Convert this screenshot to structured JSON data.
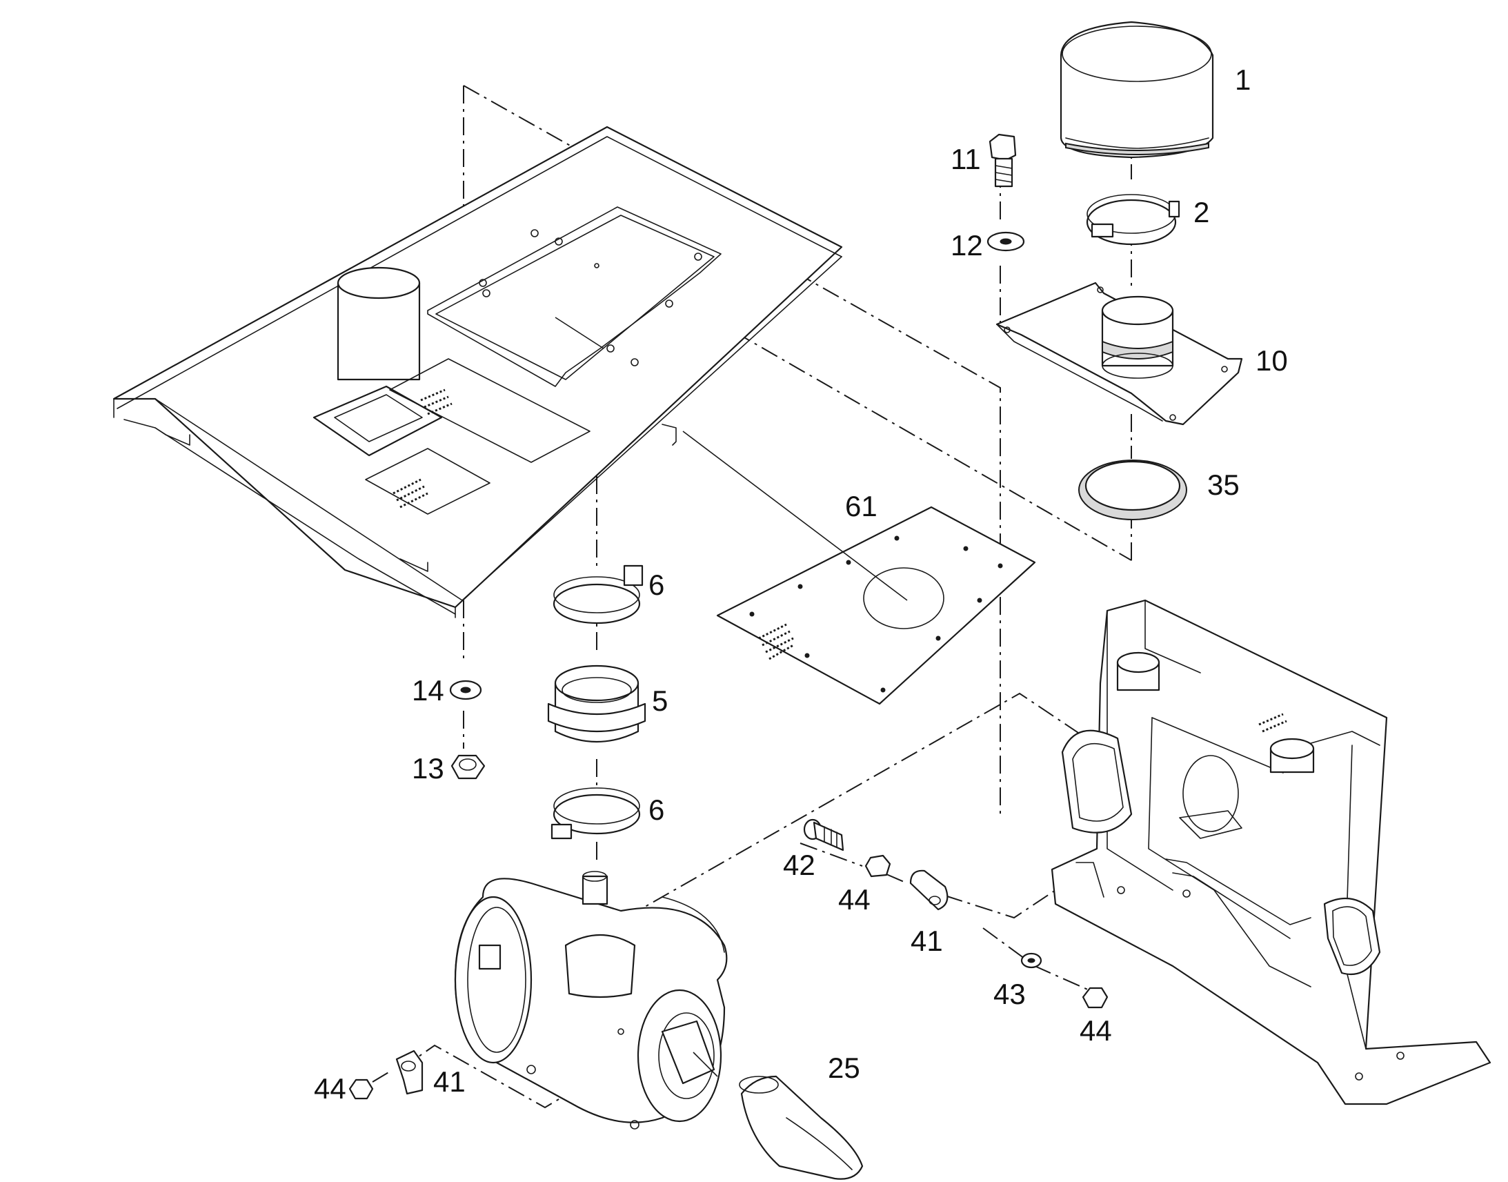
{
  "callouts": {
    "c1": "1",
    "c2": "2",
    "c5": "5",
    "c6a": "6",
    "c6b": "6",
    "c10": "10",
    "c11": "11",
    "c12": "12",
    "c13": "13",
    "c14": "14",
    "c25": "25",
    "c35": "35",
    "c41a": "41",
    "c41b": "41",
    "c42": "42",
    "c43": "43",
    "c44a": "44",
    "c44b": "44",
    "c44c": "44",
    "c61": "61"
  },
  "colors": {
    "line": "#1a1a1a",
    "background": "#ffffff",
    "shade": "#d9d9d9"
  }
}
